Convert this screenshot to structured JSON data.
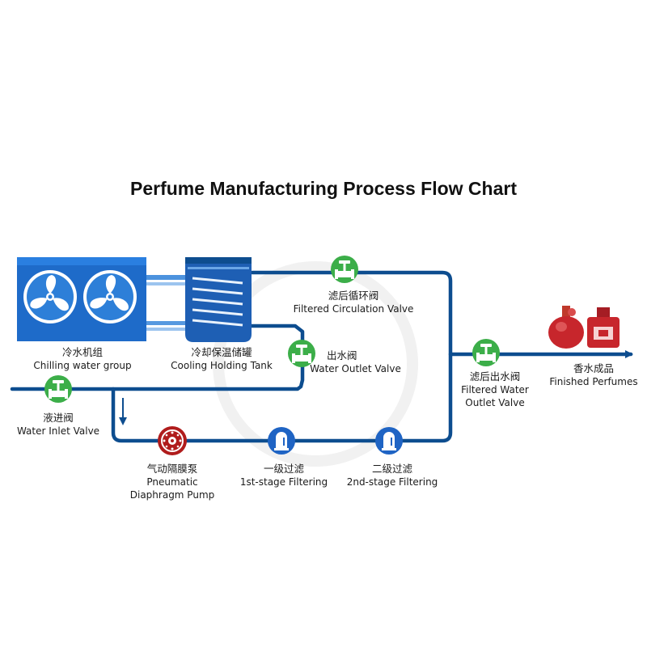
{
  "title": "Perfume Manufacturing Process Flow Chart",
  "colors": {
    "pipe": "#0d4d8f",
    "valve_green": "#3cae49",
    "pump_red": "#b01c1c",
    "filter_blue": "#1f64c4",
    "chiller_blue": "#2d7fd8"
  },
  "nodes": {
    "chilling_water_group": {
      "zh": "冷水机组",
      "en": "Chilling water group",
      "icon": "fan-chiller-icon"
    },
    "cooling_holding_tank": {
      "zh": "冷却保温储罐",
      "en": "Cooling Holding Tank",
      "icon": "tank-coil-icon"
    },
    "water_outlet_valve": {
      "zh": "出水阀",
      "en": "Water Outlet Valve",
      "icon": "valve-icon"
    },
    "filtered_circulation_valve": {
      "zh": "滤后循环阀",
      "en": "Filtered Circulation Valve",
      "icon": "valve-icon"
    },
    "water_inlet_valve": {
      "zh": "液进阀",
      "en": "Water Inlet Valve",
      "icon": "valve-icon"
    },
    "pneumatic_pump": {
      "zh": "气动隔膜泵",
      "en1": "Pneumatic",
      "en2": "Diaphragm Pump",
      "icon": "pump-icon"
    },
    "filter_stage_1": {
      "zh": "一级过滤",
      "en": "1st-stage Filtering",
      "icon": "filter-icon"
    },
    "filter_stage_2": {
      "zh": "二级过滤",
      "en": "2nd-stage Filtering",
      "icon": "filter-icon"
    },
    "filtered_water_outlet_valve": {
      "zh": "滤后出水阀",
      "en1": "Filtered Water",
      "en2": "Outlet Valve",
      "icon": "valve-icon"
    },
    "finished_perfumes": {
      "zh": "香水成品",
      "en": "Finished Perfumes",
      "icon": "perfume-bottles-icon"
    }
  }
}
